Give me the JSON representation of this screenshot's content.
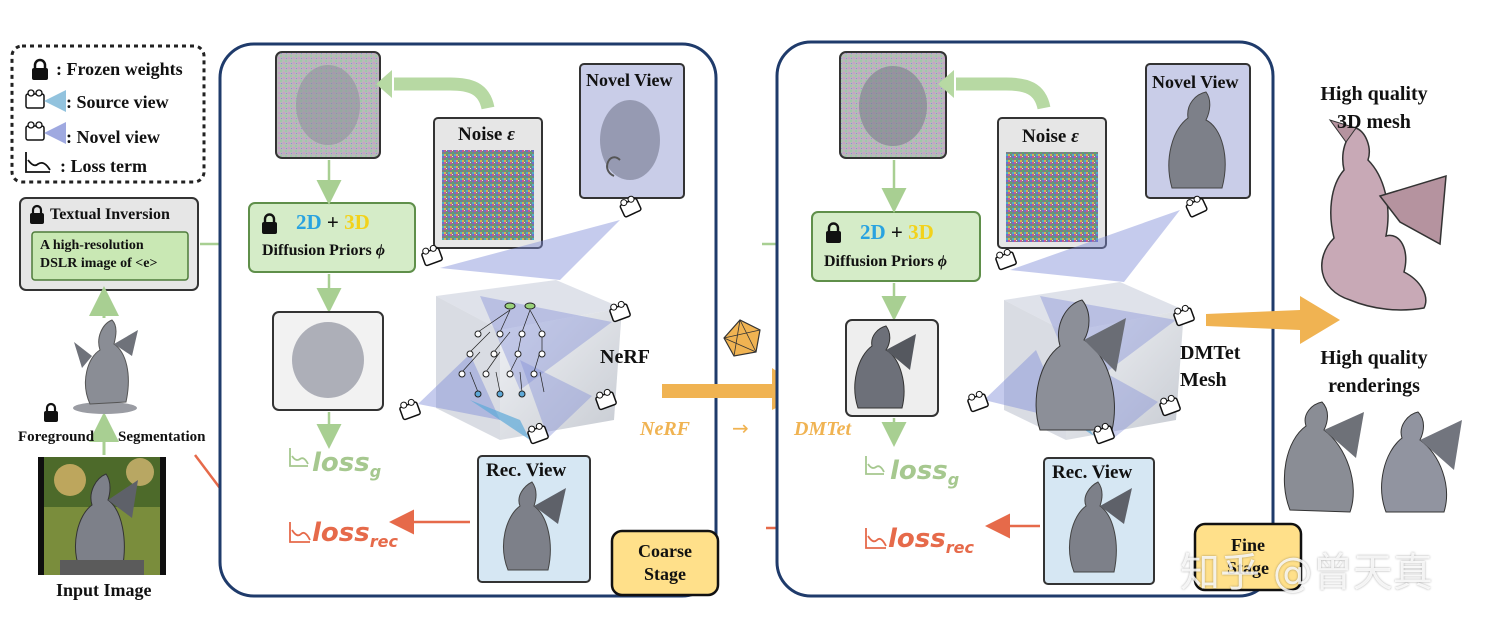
{
  "legend": {
    "frozen": ": Frozen weights",
    "source": ": Source view",
    "novel": ": Novel view",
    "loss": ": Loss term"
  },
  "textual_inversion": {
    "title": "Textual Inversion",
    "prompt_line1": "A high-resolution",
    "prompt_line2": "DSLR image of <e>"
  },
  "input": {
    "foreground": "Foreground",
    "segmentation": "Segmentation",
    "caption": "Input Image"
  },
  "coarse": {
    "novel_view": "Novel View",
    "noise": "Noise",
    "noise_symbol": "ε",
    "prior_2d": "2D",
    "plus": "+",
    "prior_3d": "3D",
    "diffusion": "Diffusion Priors",
    "phi": "ϕ",
    "nerf": "NeRF",
    "rec_view": "Rec. View",
    "loss_g": "loss",
    "loss_g_sub": "g",
    "loss_rec": "loss",
    "loss_rec_sub": "rec",
    "stage_line1": "Coarse",
    "stage_line2": "Stage"
  },
  "fine": {
    "novel_view": "Novel View",
    "noise": "Noise",
    "noise_symbol": "ε",
    "prior_2d": "2D",
    "plus": "+",
    "prior_3d": "3D",
    "diffusion": "Diffusion Priors",
    "phi": "ϕ",
    "dmtet_line1": "DMTet",
    "dmtet_line2": "Mesh",
    "rec_view": "Rec. View",
    "loss_g": "loss",
    "loss_g_sub": "g",
    "loss_rec": "loss",
    "loss_rec_sub": "rec",
    "stage_line1": "Fine",
    "stage_line2": "Stage"
  },
  "transition": {
    "from": "NeRF",
    "arrow": "→",
    "to": "DMTet"
  },
  "output": {
    "mesh_line1": "High quality",
    "mesh_line2": "3D mesh",
    "render_line1": "High quality",
    "render_line2": "renderings"
  },
  "watermark": "知乎 @曾天真",
  "colors": {
    "green_box": "#d5ecc8",
    "green_border": "#5f8f4a",
    "arrow_green": "#b7d9a3",
    "stage_border": "#1f3b6b",
    "novel_bg": "#c9cde8",
    "rec_bg": "#d6e7f3",
    "loss_g": "#a6c88f",
    "loss_rec": "#e66a4a",
    "color_2d": "#29a3e0",
    "color_3d": "#f2d21b",
    "transition_orange": "#f0b352",
    "stage_badge": "#ffe08a",
    "camera_blue": "#7f8cd6"
  }
}
